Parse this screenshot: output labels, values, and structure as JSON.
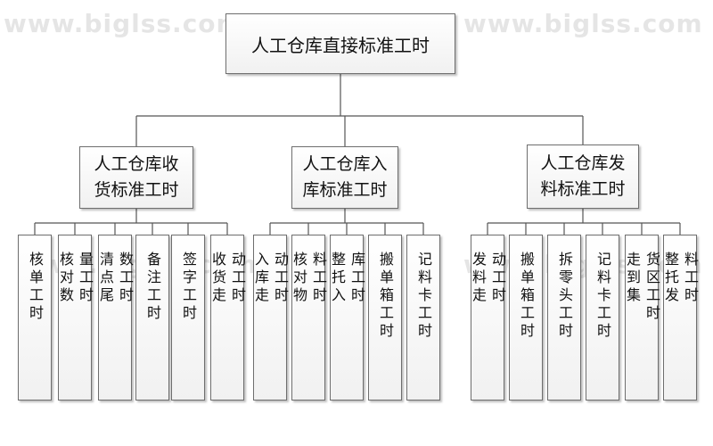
{
  "watermark": "www.biglss.com",
  "root": {
    "label": "人工仓库直接标准工时"
  },
  "groups": [
    {
      "lines": [
        "人工仓库收",
        "货标准工时"
      ],
      "items": [
        [
          "核单工时"
        ],
        [
          "核对数",
          "量工时"
        ],
        [
          "清点尾",
          "数工时"
        ],
        [
          "备注工时"
        ],
        [
          "签字工时"
        ],
        [
          "收货走",
          "动工时"
        ]
      ]
    },
    {
      "lines": [
        "人工仓库入",
        "库标准工时"
      ],
      "items": [
        [
          "入库走",
          "动工时"
        ],
        [
          "核对物",
          "料工时"
        ],
        [
          "整托入",
          "库工时"
        ],
        [
          "搬单箱工时"
        ],
        [
          "记料卡工时"
        ]
      ]
    },
    {
      "lines": [
        "人工仓库发",
        "料标准工时"
      ],
      "items": [
        [
          "发料走",
          "动工时"
        ],
        [
          "搬单箱工时"
        ],
        [
          "拆零头工时"
        ],
        [
          "记料卡工时"
        ],
        [
          "走到集",
          "货区工时"
        ],
        [
          "整托发",
          "料工时"
        ]
      ]
    }
  ]
}
